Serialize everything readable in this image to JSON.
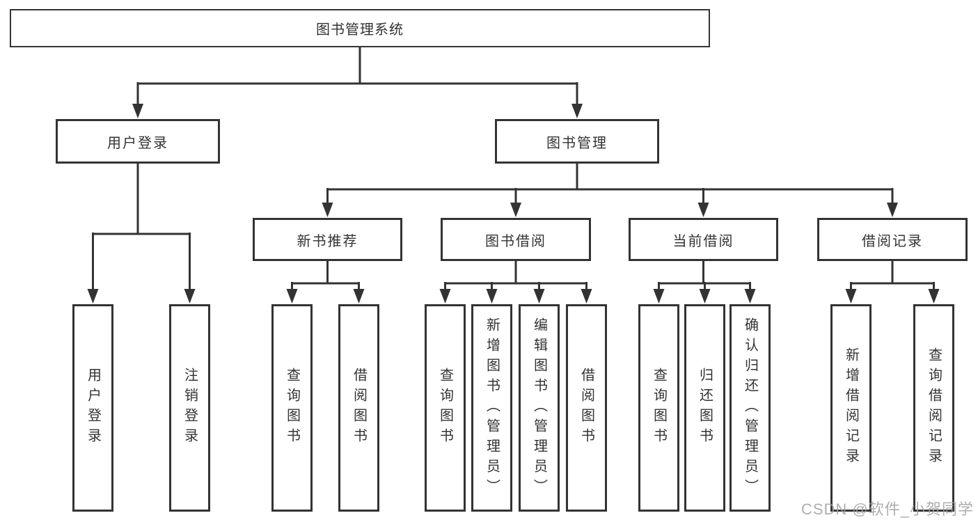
{
  "diagram": {
    "root": "图书管理系统",
    "level2": {
      "user_login": "用户登录",
      "book_mgmt": "图书管理"
    },
    "level3": {
      "new_books": "新书推荐",
      "book_borrow": "图书借阅",
      "current_borrow": "当前借阅",
      "borrow_records": "借阅记录"
    },
    "leaves": {
      "login": "用户登录",
      "logout": "注销登录",
      "nb_query": "查询图书",
      "nb_borrow": "借阅图书",
      "bw_query": "查询图书",
      "bw_add": "新增图书（管理员）",
      "bw_edit": "编辑图书（管理员）",
      "bw_borrow": "借阅图书",
      "cur_query": "查询图书",
      "cur_return": "归还图书",
      "cur_confirm": "确认归还（管理员）",
      "rec_add": "新增借阅记录",
      "rec_query": "查询借阅记录"
    },
    "watermark": "CSDN @软件_小贺同学",
    "colors": {
      "line": "#333333",
      "box_border": "#333333",
      "box_fill": "#ffffff",
      "text": "#333333",
      "watermark": "#a0a0a0"
    }
  }
}
